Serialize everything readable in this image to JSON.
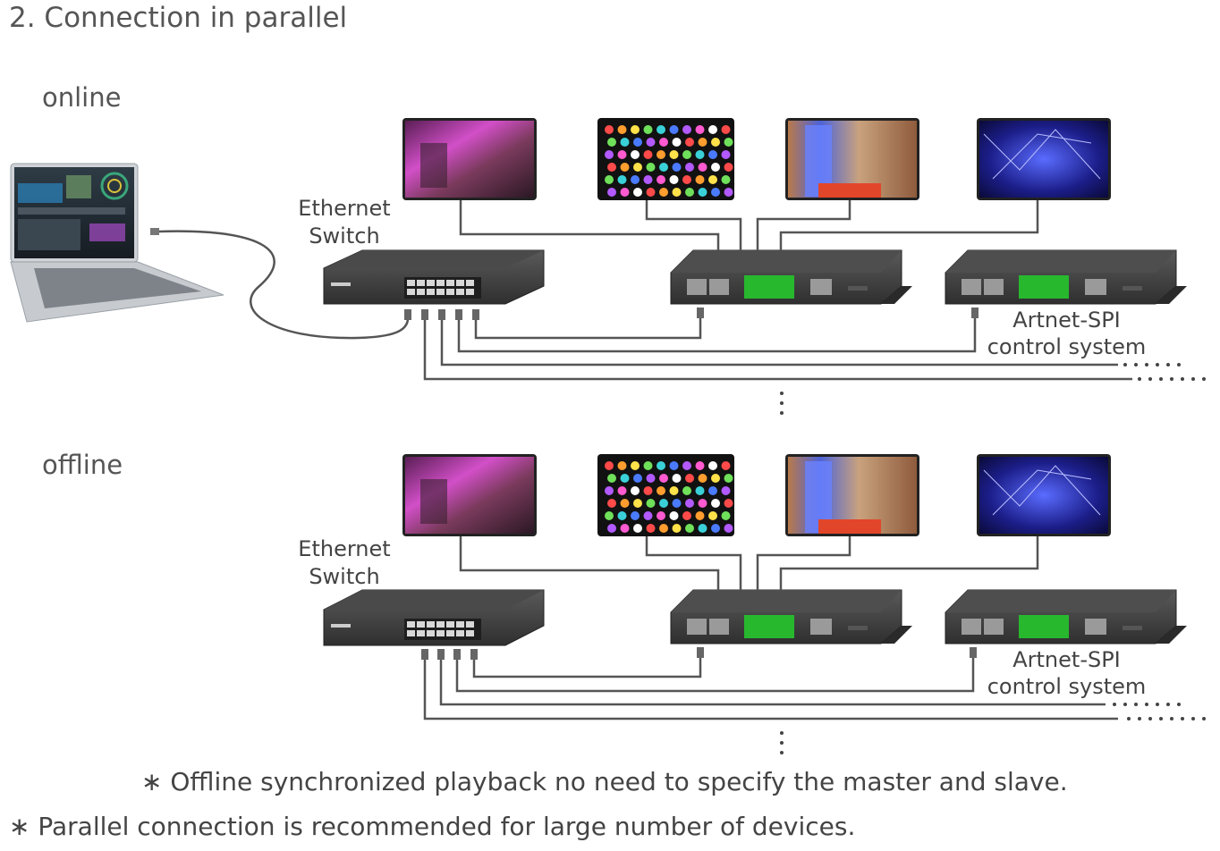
{
  "title": "2. Connection in parallel",
  "sections": {
    "online": {
      "label": "online"
    },
    "offline": {
      "label": "offline"
    }
  },
  "labels": {
    "switch_line1": "Ethernet",
    "switch_line2": "Switch",
    "controller_line1": "Artnet-SPI",
    "controller_line2": "control system"
  },
  "notes": {
    "offline_note": "∗ Offline synchronized playback no need to specify the master and slave.",
    "parallel_note": "∗ Parallel connection is recommended for large number of devices."
  },
  "screens": [
    "bar-interior-pink-photo",
    "rgb-dot-matrix-photo",
    "blue-interior-photo",
    "blue-stage-lights-photo"
  ],
  "colors": {
    "cable": "#555555",
    "device_body": "#3d3d3d",
    "terminal_green": "#27b82e"
  }
}
